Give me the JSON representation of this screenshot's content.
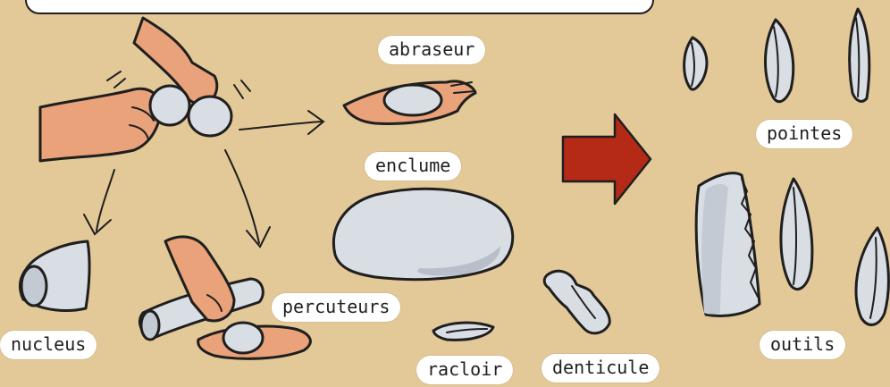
{
  "labels": {
    "abraseur": "abraseur",
    "enclume": "enclume",
    "pointes": "pointes",
    "outils": "outils",
    "nucleus": "nucleus",
    "percuteurs": "percuteurs",
    "racloir": "racloir",
    "denticule": "denticule"
  },
  "colors": {
    "background": "#e3c898",
    "skin": "#e9a27a",
    "skin_shadow": "#c9785a",
    "stone": "#d9dde4",
    "stone_shadow": "#a9b0bb",
    "outline": "#1f1f1f",
    "big_arrow": "#b52a17"
  }
}
